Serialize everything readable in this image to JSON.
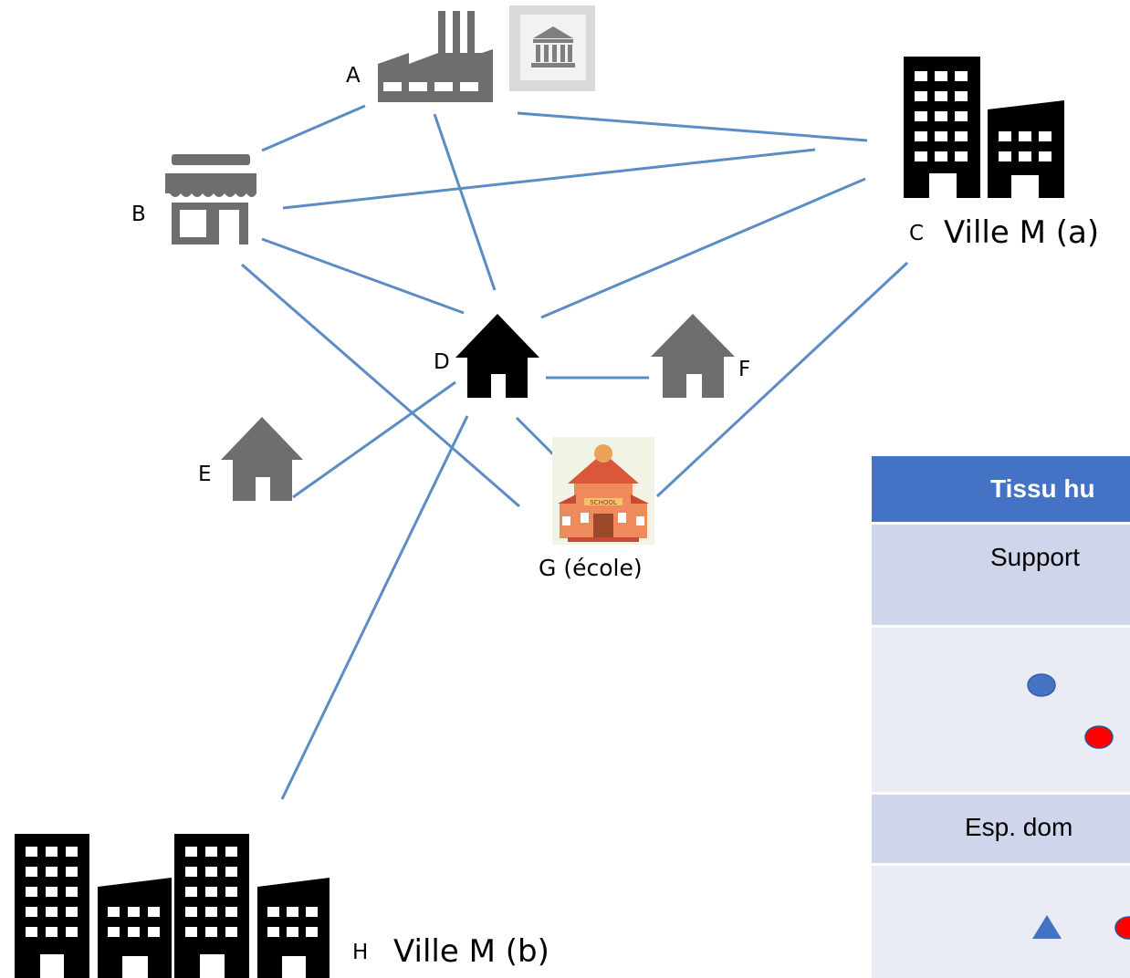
{
  "nodes": {
    "A": {
      "label": "A"
    },
    "B": {
      "label": "B"
    },
    "C": {
      "label": "C",
      "caption": "Ville M (a)"
    },
    "D": {
      "label": "D"
    },
    "E": {
      "label": "E"
    },
    "F": {
      "label": "F"
    },
    "G": {
      "label": "G (école)",
      "sign": "SCHOOL"
    },
    "H": {
      "label": "H",
      "caption": "Ville M (b)"
    }
  },
  "edges": [
    [
      "A",
      "B"
    ],
    [
      "A",
      "C"
    ],
    [
      "A",
      "D"
    ],
    [
      "B",
      "C"
    ],
    [
      "B",
      "D"
    ],
    [
      "B",
      "G"
    ],
    [
      "C",
      "D"
    ],
    [
      "C",
      "G"
    ],
    [
      "D",
      "E"
    ],
    [
      "D",
      "F"
    ],
    [
      "D",
      "G"
    ],
    [
      "D",
      "H"
    ]
  ],
  "table": {
    "header": "Tissu hu",
    "row1_label": "Support",
    "row2_label": "Esp. dom"
  },
  "colors": {
    "edge": "#5b8cc4",
    "icon_gray": "#6e6e6e",
    "icon_black": "#000000",
    "table_header": "#4472c4",
    "marker_blue": "#4472c4",
    "marker_red": "#ff0000"
  },
  "icons": {
    "A": "factory-icon",
    "A_extra": "bank-icon",
    "B": "store-icon",
    "C": "city-buildings-icon",
    "D": "house-icon",
    "E": "house-icon",
    "F": "house-icon",
    "G": "school-icon",
    "H": "city-buildings-icon"
  }
}
